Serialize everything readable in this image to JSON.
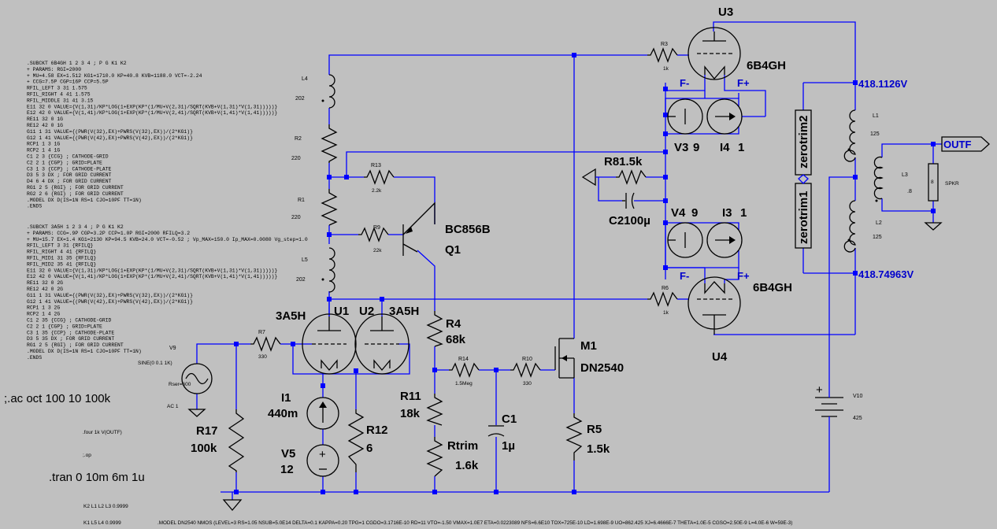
{
  "subckt_6b4gh": [
    ".SUBCKT 6B4GH  1 2 3 4 ; P G K1 K2",
    "+ PARAMS:  RGI=2000",
    "+ MU=4.58 EX=1.512 KG1=1710.0 KP=40.8 KVB=1188.0 VCT=-2.24",
    "+ CCG=7.5P  CGP=16P CCP=5.5P",
    "RFIL_LEFT   3 31 1.575",
    "RFIL_RIGHT   4 41 1.575",
    "RFIL_MIDDLE  31 41 3.15",
    "E11 32 0  VALUE={V(1,31)/KP*LOG(1+EXP(KP*(1/MU+V(2,31)/SQRT(KVB+V(1,31)*V(1,31)))))}",
    "E12 42 0  VALUE={V(1,41)/KP*LOG(1+EXP(KP*(1/MU+V(2,41)/SQRT(KVB+V(1,41)*V(1,41)))))}",
    "RE11 32 0 1G",
    "RE12 42 0 1G",
    "G11 1 31 VALUE={(PWR(V(32),EX)+PWRS(V(32),EX))/(2*KG1)}",
    "G12 1 41 VALUE={(PWR(V(42),EX)+PWRS(V(42),EX))/(2*KG1)}",
    "RCP1 1 3 1G",
    "RCP2 1 4 1G",
    "C1 2 3 {CCG} ; CATHODE-GRID",
    "C2 2 1 {CGP} ; GRID=PLATE",
    "C3 1 3 {CCP} ; CATHODE-PLATE",
    "D3 5 3 DX ; FOR GRID CURRENT",
    "D4 6 4 DX ; FOR GRID CURRENT",
    "RG1 2 5 {RGI} ; FOR GRID CURRENT",
    "RG2 2 6 {RGI} ; FOR GRID CURRENT",
    ".MODEL DX D(IS=1N RS=1 CJO=10PF TT=1N)",
    ".ENDS"
  ],
  "subckt_3a5h": [
    ".SUBCKT 3A5H      1 2 3 4 ; P G K1 K2",
    "+ PARAMS: CCG=.9P  CGP=3.2P CCP=1.0P RGI=2000  RFILQ=3.2",
    "+ MU=15.7 EX=1.4 KG1=2130 KP=94.5 KVB=24.0 VCT=-0.52 ; Vp_MAX=150.0 Ip_MAX=0.0080 Vg_step=1.0",
    "RFIL_LEFT   3  31  {RFILQ}",
    "RFIL_RIGHT  4  41  {RFILQ}",
    "RFIL_MID1  31  35  {RFILQ}",
    "RFIL_MID2  35  41  {RFILQ}",
    "E11 32 0  VALUE={V(1,31)/KP*LOG(1+EXP(KP*(1/MU+V(2,31)/SQRT(KVB+V(1,31)*V(1,31)))))}",
    "E12 42 0  VALUE={V(1,41)/KP*LOG(1+EXP(KP*(1/MU+V(2,41)/SQRT(KVB+V(1,41)*V(1,41)))))}",
    "RE11 32 0 2G",
    "RE12 42 0 2G",
    "G11 1 31 VALUE={(PWR(V(32),EX)+PWRS(V(32),EX))/(2*KG1)}",
    "G12 1 41 VALUE={(PWR(V(42),EX)+PWRS(V(42),EX))/(2*KG1)}",
    "RCP1 1 3 2G",
    "RCP2 1 4 2G",
    "C1 2 35 {CCG} ; CATHODE-GRID",
    "C2 2 1  {CGP} ; GRID=PLATE",
    "C3 1 35 {CCP} ; CATHODE-PLATE",
    "D3 5 35 DX ; FOR GRID CURRENT",
    "RG1 2 5 {RGI} ; FOR GRID CURRENT",
    ".MODEL DX D(IS=1N RS=1 CJO=10PF TT=1N)",
    ".ENDS"
  ],
  "directives": {
    "ac": ";.ac oct 100 10 100k",
    "four": ".four 1k V(OUTF)",
    "op": ";.op",
    "tran": ".tran 0 10m 6m 1u",
    "k2": "K2 L1 L2 L3 0.9999",
    "k1": "K1 L5 L4 0.9999",
    "model": ".MODEL DN2540 NMOS (LEVEL=3 RS=1.05 NSUB=5.0E14 DELTA=0.1 KAPPA=0.20 TPG=1 CGDO=3.1716E-10 RD=11 VTO=-1.50 VMAX=1.0E7 ETA=0.0223089 NFS=6.6E10 TOX=725E-10 LD=1.698E-9 UO=862.425 XJ=6.4666E-7 THETA=1.0E-5 CGSO=2.50E-9 L=4.0E-6 W=59E-3)"
  },
  "parts": {
    "u3": "U3",
    "u3_model": "6B4GH",
    "u4": "U4",
    "u4_model": "6B4GH",
    "r3": "R3",
    "r3_val": "1k",
    "r6": "R6",
    "r6_val": "1k",
    "fminus": "F-",
    "fplus": "F+",
    "v3": "V3",
    "v3_val": "9",
    "i4": "I4",
    "i4_val": "1",
    "v4": "V4",
    "v4_val": "9",
    "i3": "I3",
    "i3_val": "1",
    "r8_label": "R81.5k",
    "c2_label": "C2100µ",
    "l4": "L4",
    "l4_val": "202",
    "r2": "R2",
    "r2_val": "220",
    "r1": "R1",
    "r1_val": "220",
    "l5": "L5",
    "l5_val": "202",
    "r13": "R13",
    "r13_val": "2.2k",
    "r9": "R9",
    "r9_val": "22k",
    "q1_model": "BC856B",
    "q1": "Q1",
    "u1": "U1",
    "u1_model": "3A5H",
    "u2": "U2",
    "u2_model": "3A5H",
    "r4": "R4",
    "r4_val": "68k",
    "r7": "R7",
    "r7_val": "330",
    "v9": "V9",
    "v9_spec": "SINE(0 0.1 1K)",
    "v9_rser": "Rser=600",
    "v9_ac": "AC 1",
    "r14": "R14",
    "r14_val": "1.5Meg",
    "r10": "R10",
    "r10_val": "330",
    "m1": "M1",
    "m1_model": "DN2540",
    "r11": "R11",
    "r11_val": "18k",
    "i1": "I1",
    "i1_val": "440m",
    "r12": "R12",
    "r12_val": "6",
    "r17": "R17",
    "r17_val": "100k",
    "v5": "V5",
    "v5_val": "12",
    "rtrim": "Rtrim",
    "rtrim_val": "1.6k",
    "c1": "C1",
    "c1_val": "1µ",
    "r5": "R5",
    "r5_val": "1.5k",
    "l1": "L1",
    "l1_val": "125",
    "l2": "L2",
    "l2_val": "125",
    "l3": "L3",
    "l3_val": ".8",
    "spkr_val": "8",
    "spkr": "SPKR",
    "v10": "V10",
    "v10_val": "425",
    "zerotrim2": "zerotrim2",
    "zerotrim1": "zerotrim1",
    "volt_top": "418.1126V",
    "volt_bot": "418.74963V",
    "outf": "OUTF"
  },
  "colors": {
    "background": "#c0c0c0",
    "wire": "#0000ff",
    "component": "#000000",
    "net_label": "#0000cc"
  }
}
